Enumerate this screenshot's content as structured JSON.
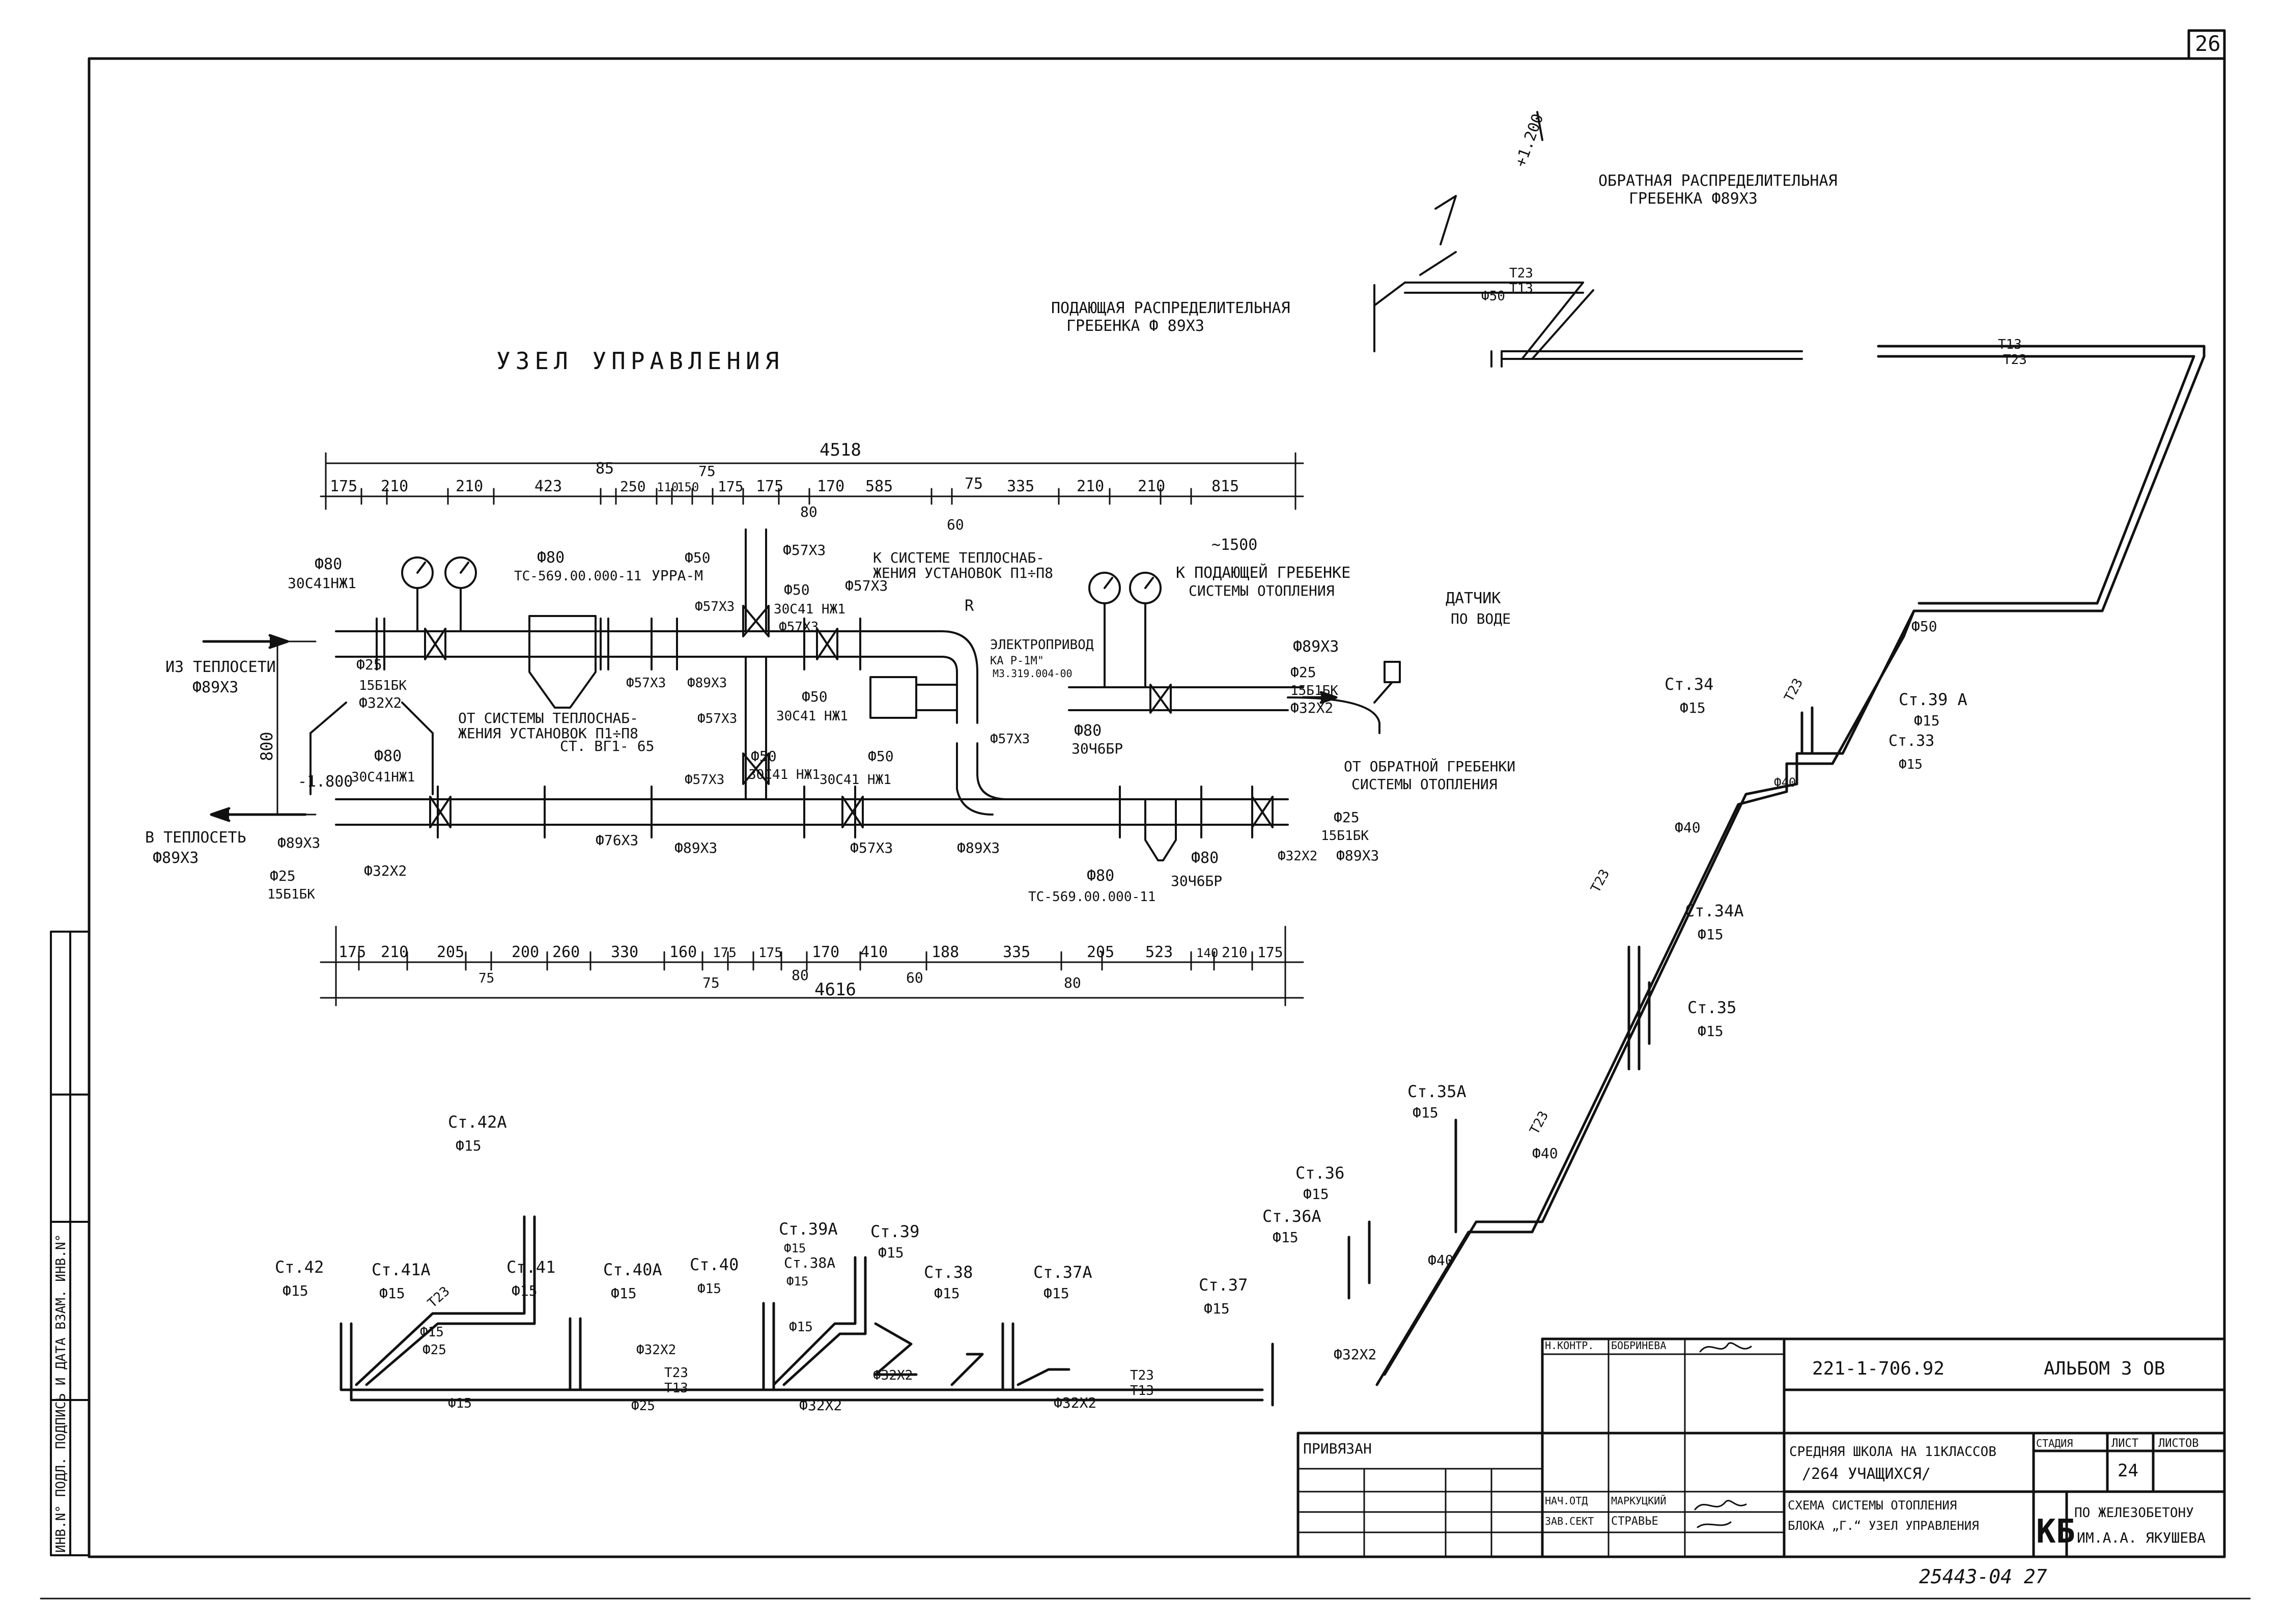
{
  "sheet": {
    "number": "26",
    "stamp": "25443-04   27",
    "title_main": "УЗЕЛ УПРАВЛЕНИЯ"
  },
  "labels": {
    "return_comb": "ОБРАТНАЯ РАСПРЕДЕЛИТЕЛЬНАЯ",
    "return_comb_2": "ГРЕБЕНКА Ф89Х3",
    "supply_comb": "ПОДАЮЩАЯ РАСПРЕДЕЛИТЕЛЬНАЯ",
    "supply_comb_2": "ГРЕБЕНКА Ф 89Х3",
    "level_top": "+1.200",
    "level_mid": "-1.800",
    "from_network": "ИЗ ТЕПЛОСЕТИ",
    "from_network_d": "Ф89Х3",
    "to_network": "В ТЕПЛОСЕТЬ",
    "to_network_d": "Ф89Х3",
    "to_heat_system": "К СИСТЕМЕ ТЕПЛОСНАБ-",
    "to_heat_system_2": "ЖЕНИЯ УСТАНОВОК П1÷П8",
    "from_heat_system": "ОТ СИСТЕМЫ ТЕПЛОСНАБ-",
    "from_heat_system_2": "ЖЕНИЯ УСТАНОВОК П1÷П8",
    "to_supply_comb": "К ПОДАЮЩЕЙ ГРЕБЕНКЕ",
    "to_supply_comb_2": "СИСТЕМЫ ОТОПЛЕНИЯ",
    "from_return_comb": "ОТ ОБРАТНОЙ ГРЕБЕНКИ",
    "from_return_comb_2": "СИСТЕМЫ ОТОПЛЕНИЯ",
    "sensor": "ДАТЧИК",
    "sensor_2": "ПО ВОДЕ",
    "electric": "ЭЛЕКТРОПРИВОД",
    "electric_2": "КА Р-1М\"",
    "electric_3": "МЗ.319.004-00",
    "rr": "R",
    "filter_top": "ТС-569.00.000-11",
    "filter_bottom": "ТС-569.00.000-11",
    "urra": "УРРА-М",
    "st_vg": "СТ. ВГ1- 65",
    "approx_1500": "~1500"
  },
  "dims": {
    "top_total": "4518",
    "top_segments": [
      "175",
      "210",
      "210",
      "423",
      "85",
      "250",
      "110",
      "150",
      "175",
      "175",
      "170",
      "585",
      "75",
      "335",
      "210",
      "210",
      "815"
    ],
    "top_sub": [
      "75",
      "80",
      "60"
    ],
    "bottom_total": "4616",
    "bottom_segments": [
      "175",
      "210",
      "205",
      "75",
      "200",
      "260",
      "330",
      "160",
      "175",
      "175",
      "170",
      "410",
      "188",
      "335",
      "205",
      "523",
      "140",
      "210",
      "175"
    ],
    "bottom_sub": [
      "75",
      "80",
      "60",
      "80"
    ],
    "vertical": "800"
  },
  "fittings": {
    "d80": "Ф80",
    "valve_41": "30С41НЖ1",
    "valve_41b": "30С41 НЖ1",
    "d25": "Ф25",
    "v15b": "15Б1БК",
    "d32": "Ф32Х2",
    "d57": "Ф57Х3",
    "d50": "Ф50",
    "d89": "Ф89Х3",
    "d76": "Ф76Х3",
    "valve_6br": "30Ч6БР",
    "d40": "Ф40",
    "d15": "Ф15",
    "t13": "Т13",
    "t23": "Т23"
  },
  "risers": {
    "st42A": "Ст.42А",
    "st42": "Ст.42",
    "st41A": "Ст.41А",
    "st41": "Ст.41",
    "st40A": "Ст.40А",
    "st40": "Ст.40",
    "st39A": "Ст.39А",
    "st38A": "Ст.38А",
    "st39": "Ст.39",
    "st38": "Ст.38",
    "st37A": "Ст.37А",
    "st37": "Ст.37",
    "st36A": "Ст.36А",
    "st36": "Ст.36",
    "st35A": "Ст.35А",
    "st35": "Ст.35",
    "st34A": "Ст.34А",
    "st34": "Ст.34",
    "st39Ar": "Ст.39 А",
    "st33": "Ст.33"
  },
  "title_block": {
    "code": "221-1-706.92",
    "album": "АЛЬБОМ 3 ОВ",
    "nkontr": "Н.КОНТР.",
    "nkontr_name": "БОБРИНЕВА",
    "project_1": "СРЕДНЯЯ ШКОЛА НА 11КЛАССОВ",
    "project_2": "/264 УЧАЩИХСЯ/",
    "stage_hdr": "СТАДИЯ",
    "list_hdr": "ЛИСТ",
    "lists_hdr": "ЛИСТОВ",
    "list_no": "24",
    "privyazan": "ПРИВЯЗАН",
    "nach_otd": "НАЧ.ОТД",
    "nach_name": "МАРКУЦКИЙ",
    "zav_sekt": "ЗАВ.СЕКТ",
    "zav_name": "СТРАВЬЕ",
    "drawing_1": "СХЕМА СИСТЕМЫ ОТОПЛЕНИЯ",
    "drawing_2": "БЛОКА „Г.“ УЗЕЛ УПРАВЛЕНИЯ",
    "org_logo": "КБ",
    "org_1": "ПО ЖЕЛЕЗОБЕТОНУ",
    "org_2": "ИМ.А.А. ЯКУШЕВА"
  },
  "side_stamp": {
    "text": "ИНВ.N° ПОДЛ. ПОДПИСЬ И ДАТА ВЗАМ. ИНВ.N°"
  }
}
